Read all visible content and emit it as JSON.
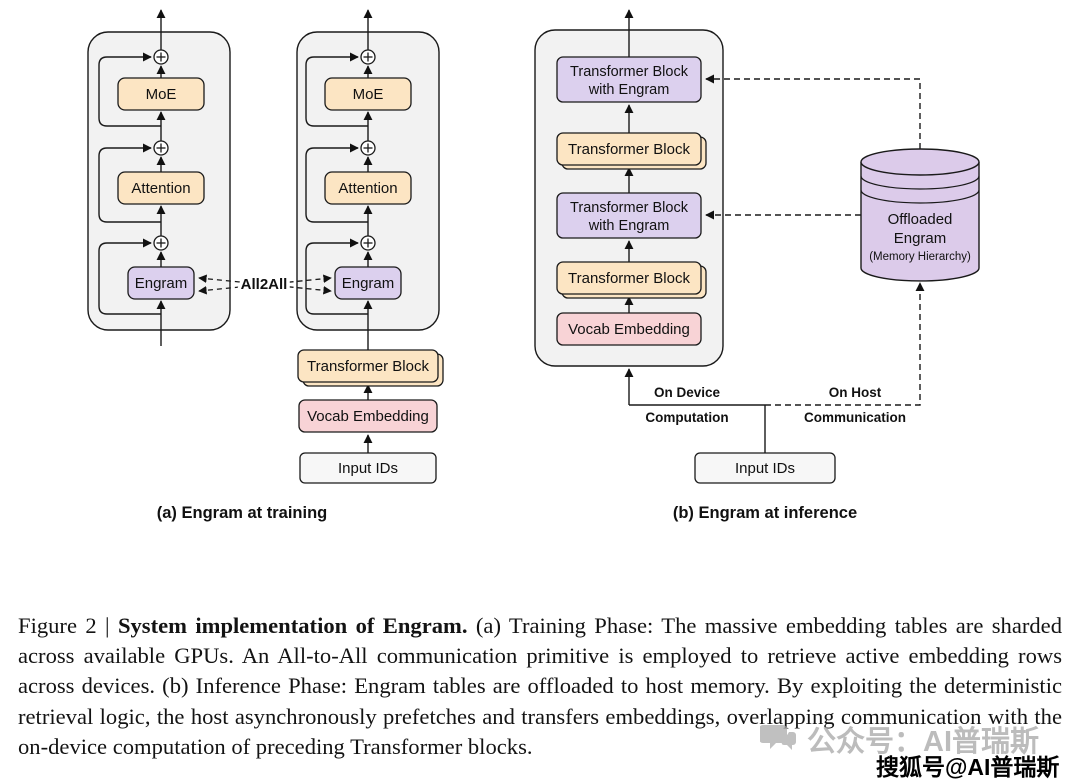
{
  "panel_a": {
    "caption": "(a) Engram at training",
    "all2all_label": "All2All",
    "left_stack": {
      "moe": "MoE",
      "attention": "Attention",
      "engram": "Engram"
    },
    "right_stack": {
      "moe": "MoE",
      "attention": "Attention",
      "engram": "Engram"
    },
    "transformer_block": "Transformer Block",
    "vocab_embedding": "Vocab Embedding",
    "input_ids": "Input IDs"
  },
  "panel_b": {
    "caption": "(b) Engram at inference",
    "engram_block_top_line1": "Transformer Block",
    "engram_block_top_line2": "with Engram",
    "transformer_block_upper": "Transformer Block",
    "engram_block_mid_line1": "Transformer Block",
    "engram_block_mid_line2": "with Engram",
    "transformer_block_lower": "Transformer Block",
    "vocab_embedding": "Vocab Embedding",
    "input_ids": "Input IDs",
    "offloaded_engram_line1": "Offloaded",
    "offloaded_engram_line2": "Engram",
    "offloaded_engram_line3": "(Memory Hierarchy)",
    "on_device_line1": "On Device",
    "on_device_line2": "Computation",
    "on_host_line1": "On Host",
    "on_host_line2": "Communication"
  },
  "figure_caption": {
    "prefix": "Figure 2 | ",
    "bold": "System implementation of Engram.",
    "body": " (a) Training Phase: The massive embedding tables are sharded across available GPUs. An All-to-All communication primitive is employed to retrieve active embedding rows across devices. (b) Inference Phase: Engram tables are offloaded to host memory. By exploiting the deterministic retrieval logic, the host asynchronously prefetches and transfers embeddings, overlapping communication with the on-device computation of preceding Transformer blocks."
  },
  "watermarks": {
    "wechat": "公众号：AI普瑞斯",
    "sohu": "搜狐号@AI普瑞斯"
  },
  "colors": {
    "peach": "#FCE5C3",
    "purple": "#DCD0EE",
    "pink": "#F8D3D6",
    "container_gray": "#F2F2F2",
    "cylinder_purple": "#DCCBEA",
    "input_fill": "#F7F7F7"
  }
}
